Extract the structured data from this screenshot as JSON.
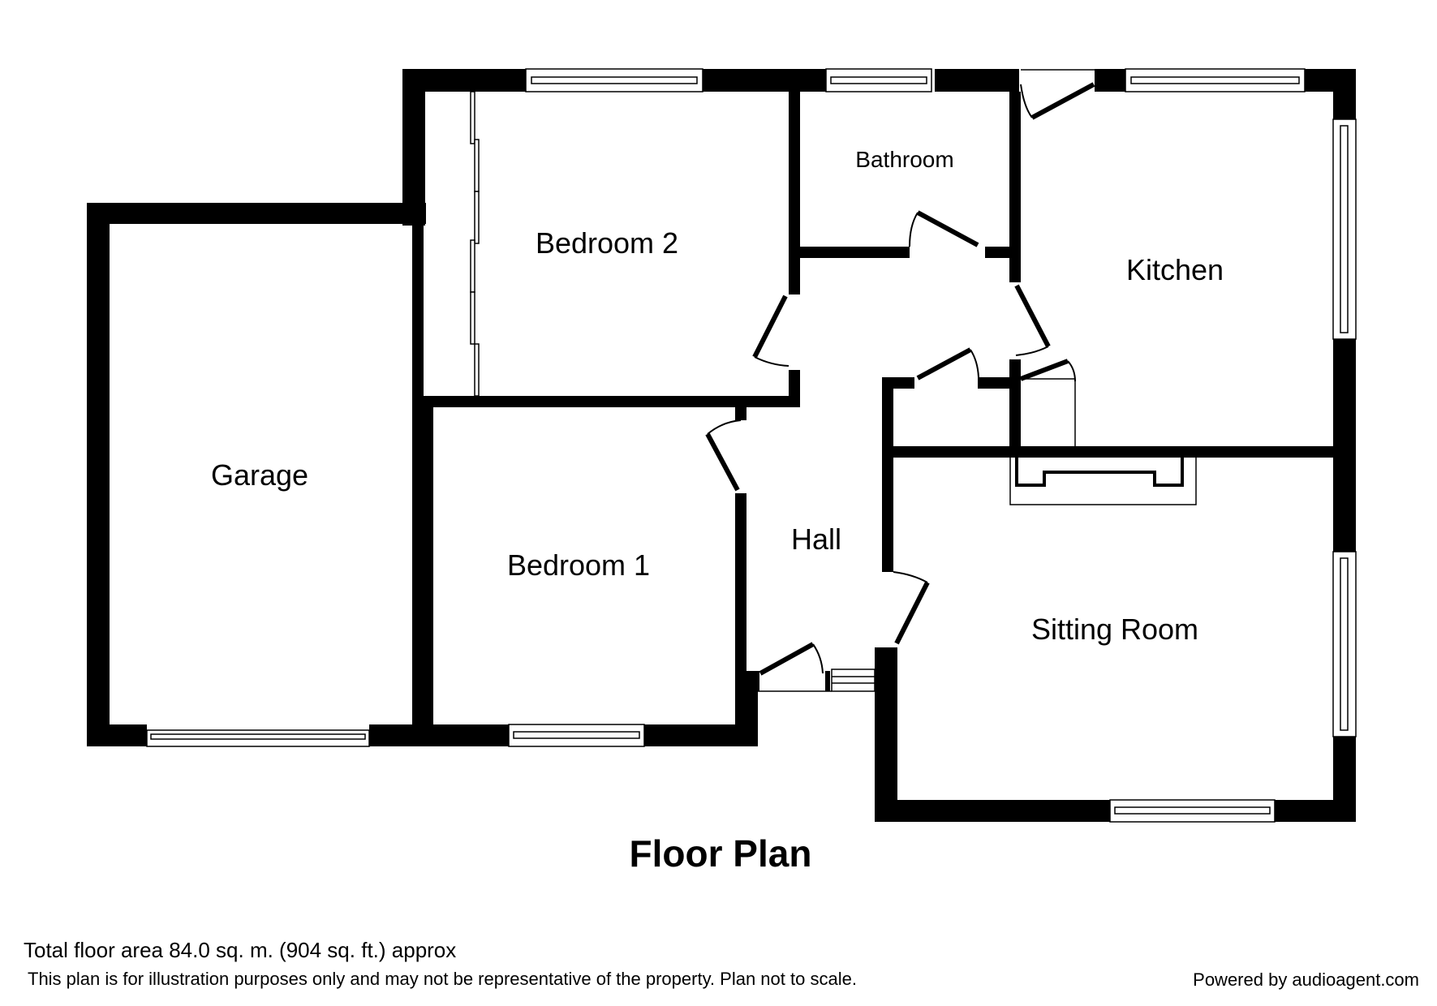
{
  "plan": {
    "title": "Floor Plan",
    "rooms": [
      {
        "id": "garage",
        "label": "Garage"
      },
      {
        "id": "bedroom2",
        "label": "Bedroom 2"
      },
      {
        "id": "bathroom",
        "label": "Bathroom"
      },
      {
        "id": "kitchen",
        "label": "Kitchen"
      },
      {
        "id": "bedroom1",
        "label": "Bedroom 1"
      },
      {
        "id": "hall",
        "label": "Hall"
      },
      {
        "id": "sitting",
        "label": "Sitting Room"
      }
    ]
  },
  "footer": {
    "total_area": "Total floor area 84.0 sq. m. (904 sq. ft.) approx",
    "disclaimer": "This plan is for illustration purposes only and may not be representative of the property. Plan not to scale.",
    "powered_by": "Powered by audioagent.com"
  },
  "colors": {
    "wall": "#000000",
    "background": "#ffffff"
  }
}
